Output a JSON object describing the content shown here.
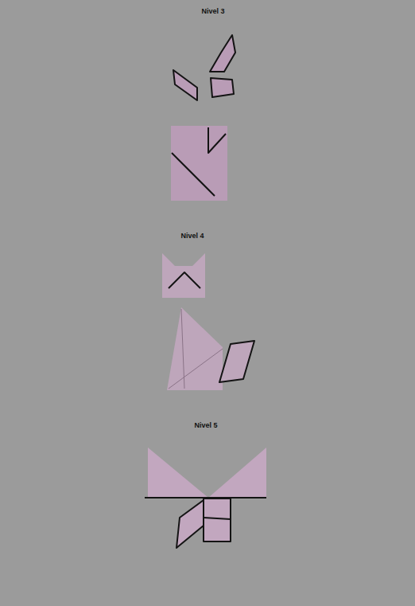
{
  "diagram": {
    "labels": [
      "Nivel 3",
      "Nivel 4",
      "Nivel 5"
    ]
  }
}
